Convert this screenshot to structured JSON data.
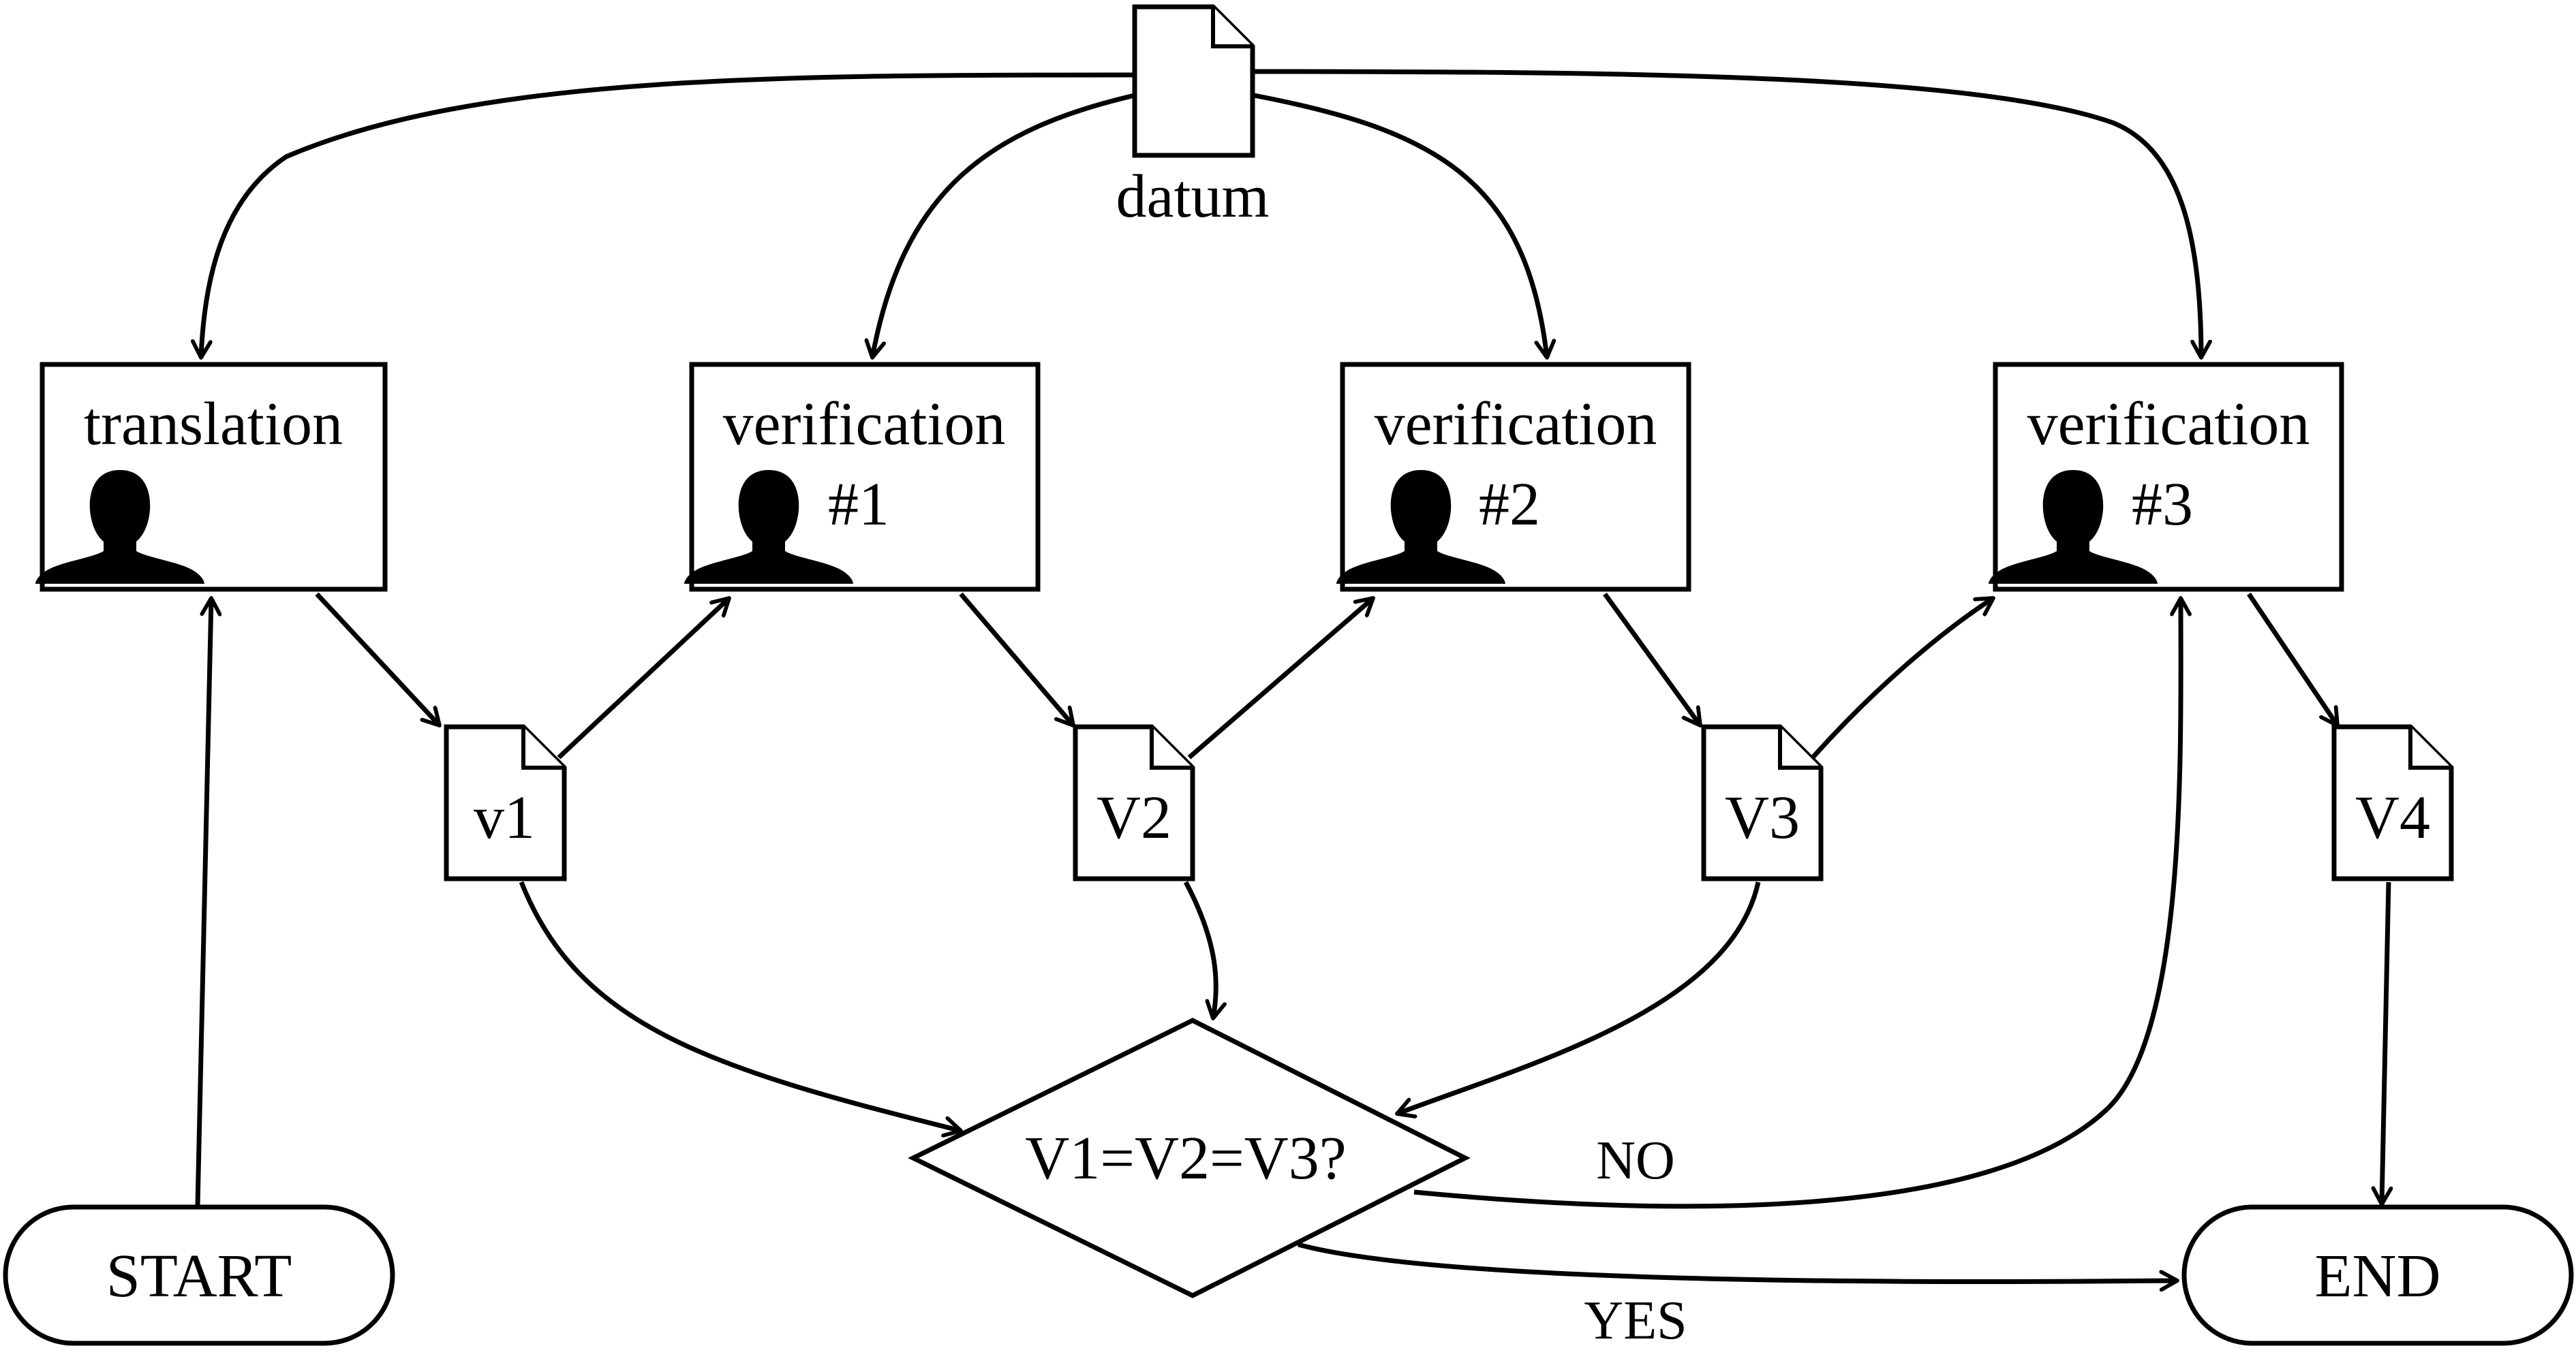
{
  "diagram": {
    "source": {
      "label": "datum",
      "icon": "document-icon"
    },
    "steps": [
      {
        "label": "translation",
        "number": "",
        "icon": "person-icon"
      },
      {
        "label": "verification",
        "number": "#1",
        "icon": "person-icon"
      },
      {
        "label": "verification",
        "number": "#2",
        "icon": "person-icon"
      },
      {
        "label": "verification",
        "number": "#3",
        "icon": "person-icon"
      }
    ],
    "versions": [
      "v1",
      "V2",
      "V3",
      "V4"
    ],
    "decision": {
      "label": "V1=V2=V3?"
    },
    "terminals": {
      "start": "START",
      "end": "END"
    },
    "edge_labels": {
      "no": "NO",
      "yes": "YES"
    }
  }
}
